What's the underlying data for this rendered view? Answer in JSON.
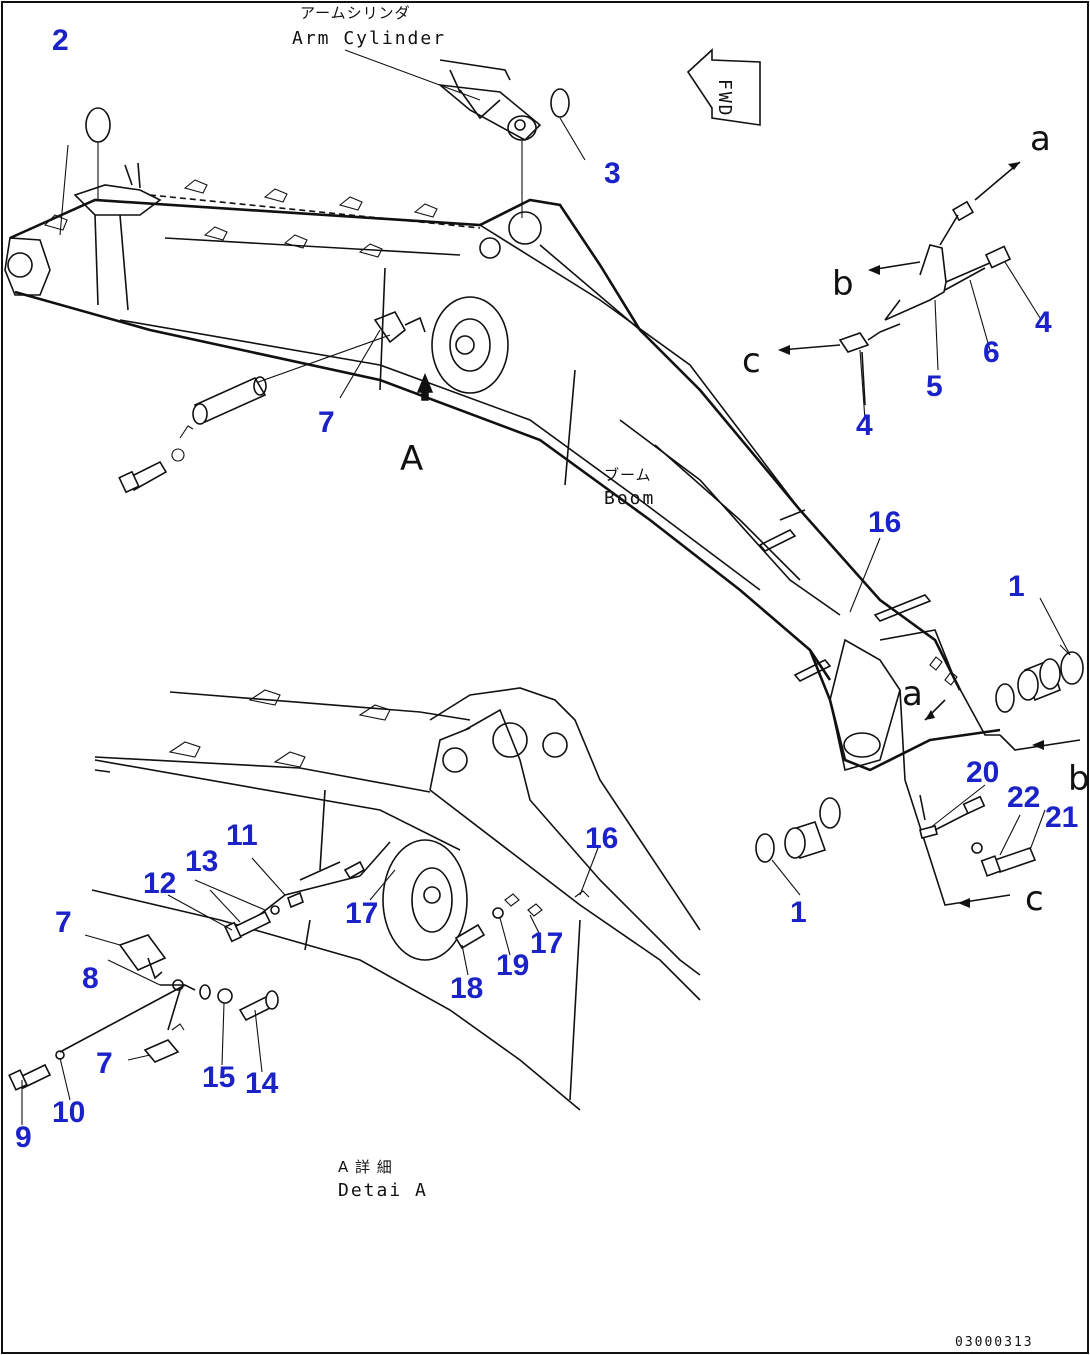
{
  "labels": {
    "arm_cylinder_jp": "アームシリンダ",
    "arm_cylinder_en": "Arm Cylinder",
    "boom_jp": "ブーム",
    "boom_en": "Boom",
    "fwd": "FWD",
    "view_a": "A",
    "detail_a_jp": "A 詳 細",
    "detail_a_en": "Detai A",
    "drawing_code": "03000313"
  },
  "connectors": {
    "a_top": "a",
    "b_top": "b",
    "c_top": "c",
    "a_lower": "a",
    "b_lower": "b",
    "c_lower": "c"
  },
  "callouts": [
    {
      "id": "c1a",
      "text": "1"
    },
    {
      "id": "c1b",
      "text": "1"
    },
    {
      "id": "c2",
      "text": "2"
    },
    {
      "id": "c3",
      "text": "3"
    },
    {
      "id": "c4a",
      "text": "4"
    },
    {
      "id": "c4b",
      "text": "4"
    },
    {
      "id": "c5",
      "text": "5"
    },
    {
      "id": "c6",
      "text": "6"
    },
    {
      "id": "c7a",
      "text": "7"
    },
    {
      "id": "c7b",
      "text": "7"
    },
    {
      "id": "c7c",
      "text": "7"
    },
    {
      "id": "c8",
      "text": "8"
    },
    {
      "id": "c9",
      "text": "9"
    },
    {
      "id": "c10",
      "text": "10"
    },
    {
      "id": "c11",
      "text": "11"
    },
    {
      "id": "c12",
      "text": "12"
    },
    {
      "id": "c13",
      "text": "13"
    },
    {
      "id": "c14",
      "text": "14"
    },
    {
      "id": "c15",
      "text": "15"
    },
    {
      "id": "c16a",
      "text": "16"
    },
    {
      "id": "c16b",
      "text": "16"
    },
    {
      "id": "c17a",
      "text": "17"
    },
    {
      "id": "c17b",
      "text": "17"
    },
    {
      "id": "c18",
      "text": "18"
    },
    {
      "id": "c19",
      "text": "19"
    },
    {
      "id": "c20",
      "text": "20"
    },
    {
      "id": "c21",
      "text": "21"
    },
    {
      "id": "c22",
      "text": "22"
    }
  ]
}
